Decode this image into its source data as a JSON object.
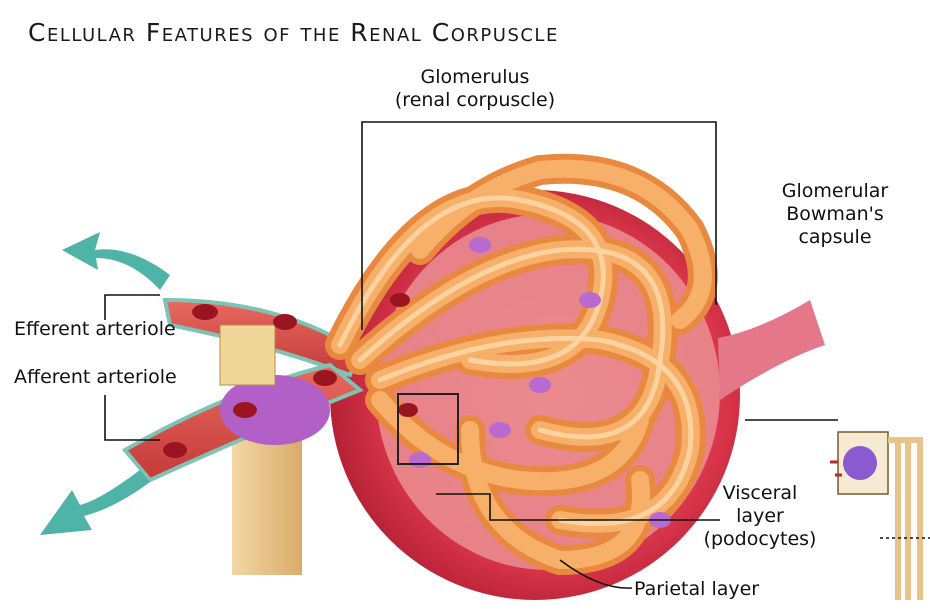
{
  "title": "Cellular Features of the Renal Corpuscle",
  "labels": {
    "glomerulus_line1": "Glomerulus",
    "glomerulus_line2": "(renal corpuscle)",
    "capsule_line1": "Glomerular",
    "capsule_line2": "Bowman's",
    "capsule_line3": "capsule",
    "efferent": "Efferent arteriole",
    "afferent": "Afferent arteriole",
    "visceral_line1": "Visceral",
    "visceral_line2": "layer",
    "visceral_line3": "(podocytes)",
    "parietal": "Parietal layer"
  },
  "colors": {
    "capsule": "#c8243a",
    "capsule_inner": "#e77f86",
    "capillary": "#f3a25a",
    "capillary_light": "#ffd2a0",
    "vessel": "#d64a45",
    "vessel_edge": "#7fc3b4",
    "arrow": "#4fb3a7",
    "nucleus": "#b86ad1",
    "blood_cell": "#9b1520",
    "tube": "#e8c48a"
  }
}
